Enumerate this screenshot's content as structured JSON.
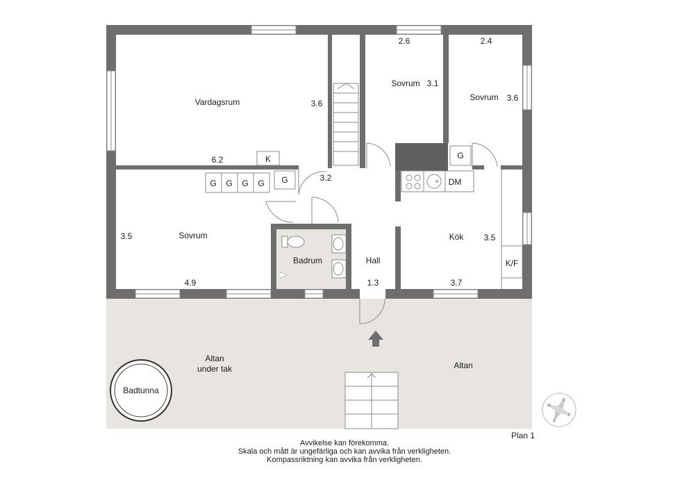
{
  "rooms": {
    "vardagsrum": {
      "name": "Vardagsrum",
      "width": "6.2",
      "depth": "3.6"
    },
    "sovrum_middle": {
      "name": "Sovrum",
      "width": "2.6",
      "depth": "3.1"
    },
    "sovrum_right": {
      "name": "Sovrum",
      "width": "2.4",
      "depth": "3.6"
    },
    "sovrum_left": {
      "name": "Sovrum",
      "width": "4.9",
      "depth": "3.5"
    },
    "badrum": {
      "name": "Badrum"
    },
    "hall": {
      "name": "Hall",
      "width": "1.3",
      "depth": "3.2"
    },
    "kok": {
      "name": "Kök",
      "width": "3.7",
      "depth": "3.5"
    },
    "altan_covered": {
      "name_line1": "Altan",
      "name_line2": "under tak"
    },
    "altan": {
      "name": "Altan"
    },
    "badtunna": {
      "name": "Badtunna"
    }
  },
  "fixtures": {
    "k": "K",
    "g": "G",
    "dm": "DM",
    "kf": "K/F"
  },
  "plan_label": "Plan 1",
  "compass": {
    "n": "N",
    "s": "S",
    "e": "E",
    "w": "W"
  },
  "disclaimer": {
    "line1": "Avvikelse kan förekomma.",
    "line2": "Skala och mått är ungefärliga och kan avvika från verkligheten.",
    "line3": "Kompassriktning kan avvika från verkligheten."
  }
}
